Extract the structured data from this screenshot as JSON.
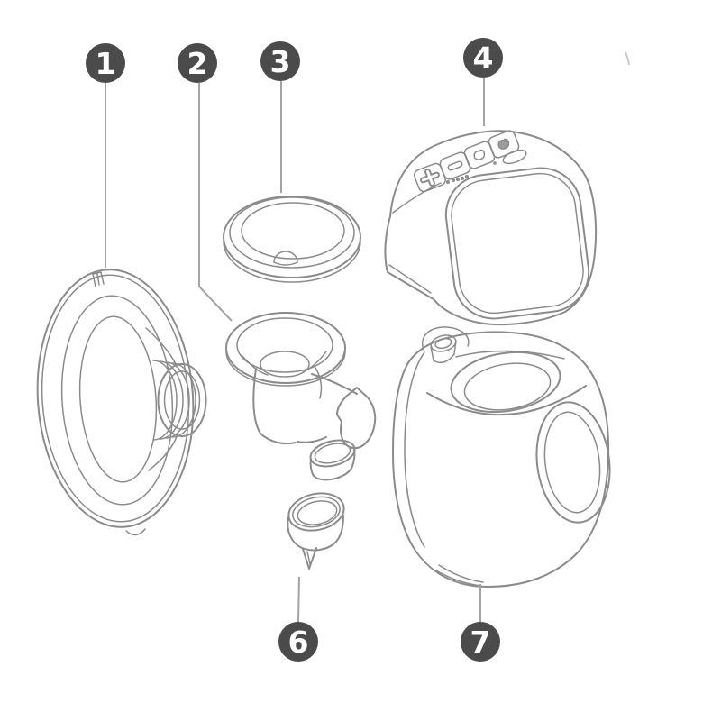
{
  "diagram": {
    "type": "exploded-parts-diagram",
    "colors": {
      "background": "#ffffff",
      "line": "#8b8b8b",
      "leader": "#a3a3a3",
      "badge": "#4b4b4b",
      "badge_text": "#ffffff",
      "button_shade": "#9b9b9b"
    },
    "callouts": [
      {
        "number": "1"
      },
      {
        "number": "2"
      },
      {
        "number": "3"
      },
      {
        "number": "4"
      },
      {
        "number": "6"
      },
      {
        "number": "7"
      }
    ],
    "control_panel_icons": [
      "plus-icon",
      "minus-icon",
      "mode-wave-icon",
      "mode-wave-filled-icon",
      "power-pill-icon",
      "battery-led-dots",
      "status-dot"
    ]
  }
}
